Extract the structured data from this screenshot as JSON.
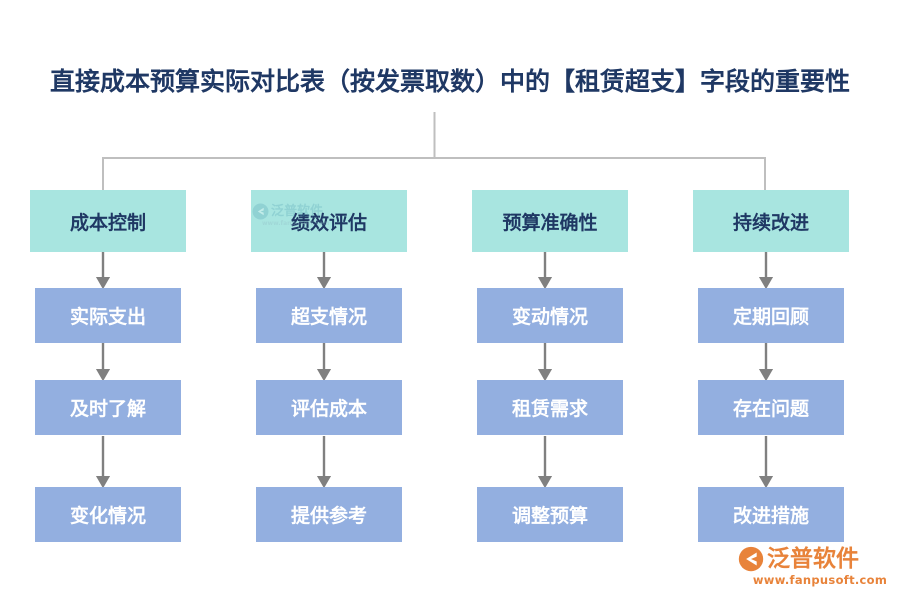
{
  "title": "直接成本预算实际对比表（按发票取数）中的【租赁超支】字段的重要性",
  "colors": {
    "title_text": "#1F3864",
    "head_box_fill": "#A8E5E0",
    "head_box_text": "#1F3864",
    "sub_box_fill": "#93AFE0",
    "sub_box_text": "#FFFFFF",
    "connector_line": "#BFBFBF",
    "arrow": "#808080",
    "logo": "#E8833A",
    "background": "#FFFFFF"
  },
  "columns": [
    {
      "head": "成本控制",
      "steps": [
        "实际支出",
        "及时了解",
        "变化情况"
      ]
    },
    {
      "head": "绩效评估",
      "steps": [
        "超支情况",
        "评估成本",
        "提供参考"
      ]
    },
    {
      "head": "预算准确性",
      "steps": [
        "变动情况",
        "租赁需求",
        "调整预算"
      ]
    },
    {
      "head": "持续改进",
      "steps": [
        "定期回顾",
        "存在问题",
        "改进措施"
      ]
    }
  ],
  "logo": {
    "name": "泛普软件",
    "url": "www.fanpusoft.com"
  },
  "watermark": {
    "name": "泛普软件",
    "url": "www.fanpusoft.com"
  }
}
